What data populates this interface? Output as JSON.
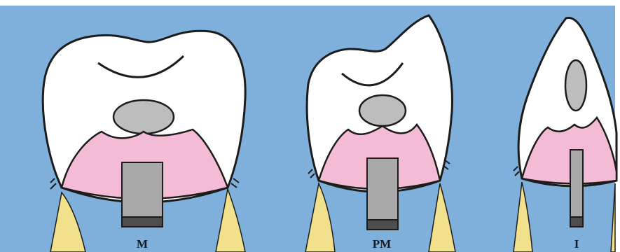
{
  "figure": {
    "colors": {
      "background": "#7fb0dc",
      "enamel": "#ffffff",
      "outline": "#1c1c1c",
      "pulp_chamber": "#bdbdbd",
      "pink_layer": "#f4bcd4",
      "post": "#a9a9a9",
      "post_base": "#4d4d4d",
      "root_bone": "#f1e08c"
    },
    "panels": [
      {
        "id": "molar",
        "label": "M"
      },
      {
        "id": "premolar",
        "label": "PM"
      },
      {
        "id": "incisor",
        "label": "I"
      }
    ]
  }
}
